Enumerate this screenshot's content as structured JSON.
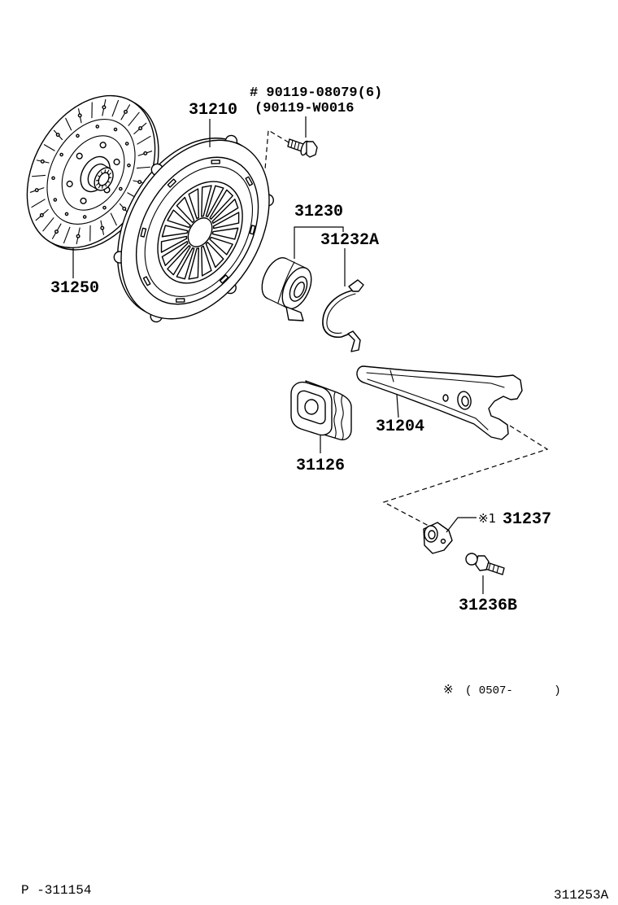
{
  "callouts": {
    "bolt_number": "# 90119-08079(6)",
    "bolt_alt_number": "(90119-W0016",
    "clutch_cover": "31210",
    "clutch_disc": "31250",
    "release_bearing": "31230",
    "bearing_clip": "31232A",
    "release_fork": "31204",
    "fork_boot": "31126",
    "pivot_clip_mark": "※1",
    "pivot_clip": "31237",
    "pivot_ball_stud": "31236B"
  },
  "footnote": {
    "mark": "※",
    "range": "( 0507-      )"
  },
  "page_code": "P -311154",
  "illustration_code": "311253A"
}
